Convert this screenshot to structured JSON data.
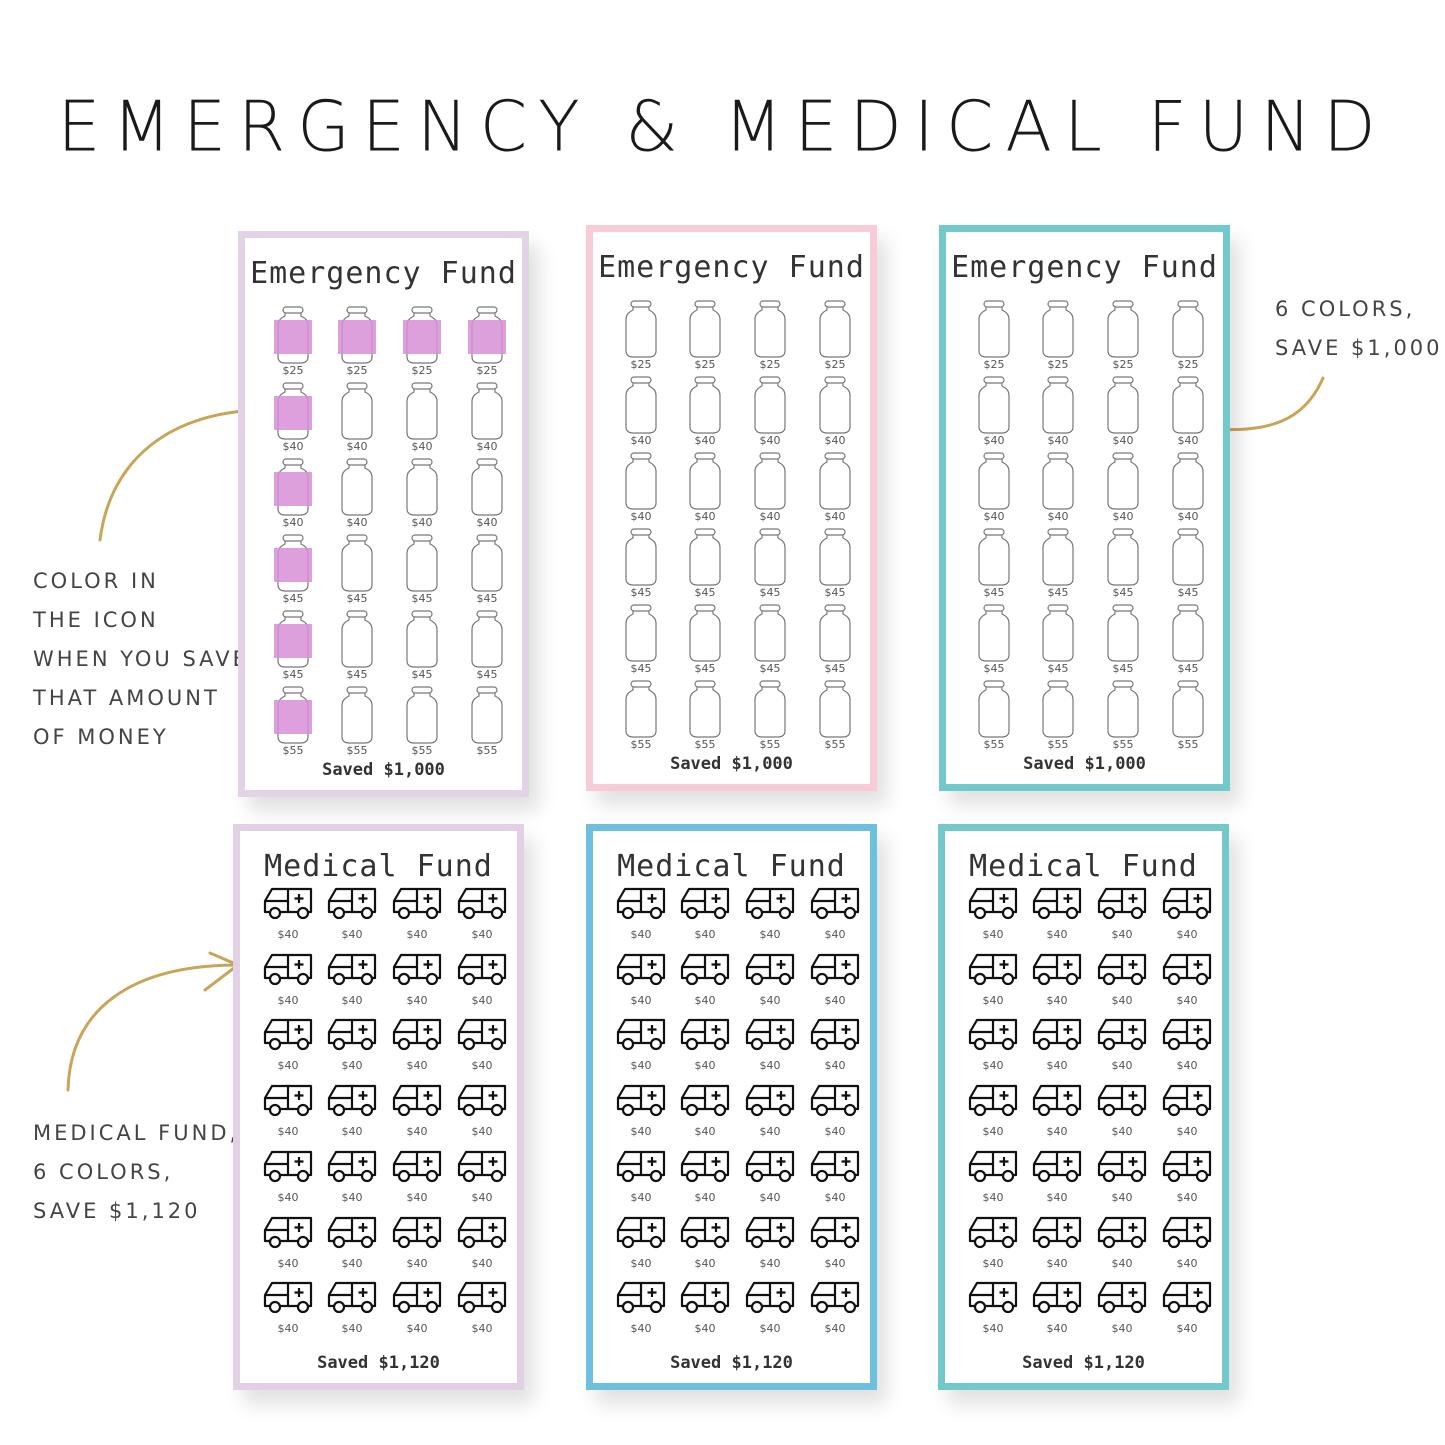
{
  "title": "EMERGENCY & MEDICAL FUND",
  "notes": {
    "left_top": [
      "COLOR IN",
      "THE ICON",
      "WHEN YOU SAVE",
      "THAT AMOUNT",
      "OF MONEY"
    ],
    "right_top": [
      "6 COLORS,",
      "SAVE $1,000"
    ],
    "left_bottom": [
      "MEDICAL FUND,",
      "6 COLORS,",
      "SAVE $1,120"
    ]
  },
  "fill_color": "#d78fd6",
  "cards": [
    {
      "title": "Emergency Fund",
      "icon": "jar",
      "color": "#e3d3e6",
      "rows": [
        "$25",
        "$40",
        "$40",
        "$45",
        "$45",
        "$55"
      ],
      "filled": [
        [
          1,
          1,
          1,
          1
        ],
        [
          1,
          0,
          0,
          0
        ],
        [
          1,
          0,
          0,
          0
        ],
        [
          1,
          0,
          0,
          0
        ],
        [
          1,
          0,
          0,
          0
        ],
        [
          1,
          0,
          0,
          0
        ]
      ],
      "saved": "Saved $1,000"
    },
    {
      "title": "Emergency Fund",
      "icon": "jar",
      "color": "#f8ccd6",
      "rows": [
        "$25",
        "$40",
        "$40",
        "$45",
        "$45",
        "$55"
      ],
      "filled": [],
      "saved": "Saved $1,000"
    },
    {
      "title": "Emergency Fund",
      "icon": "jar",
      "color": "#72c9cb",
      "rows": [
        "$25",
        "$40",
        "$40",
        "$45",
        "$45",
        "$55"
      ],
      "filled": [],
      "saved": "Saved $1,000"
    },
    {
      "title": "Medical  Fund",
      "icon": "ambulance",
      "color": "#e2d1e5",
      "rows": [
        "$40",
        "$40",
        "$40",
        "$40",
        "$40",
        "$40",
        "$40"
      ],
      "filled": [],
      "saved": "Saved $1,120"
    },
    {
      "title": "Medical  Fund",
      "icon": "ambulance",
      "color": "#6cc0dd",
      "rows": [
        "$40",
        "$40",
        "$40",
        "$40",
        "$40",
        "$40",
        "$40"
      ],
      "filled": [],
      "saved": "Saved $1,120"
    },
    {
      "title": "Medical  Fund",
      "icon": "ambulance",
      "color": "#73c9c9",
      "rows": [
        "$40",
        "$40",
        "$40",
        "$40",
        "$40",
        "$40",
        "$40"
      ],
      "filled": [],
      "saved": "Saved $1,120"
    }
  ]
}
